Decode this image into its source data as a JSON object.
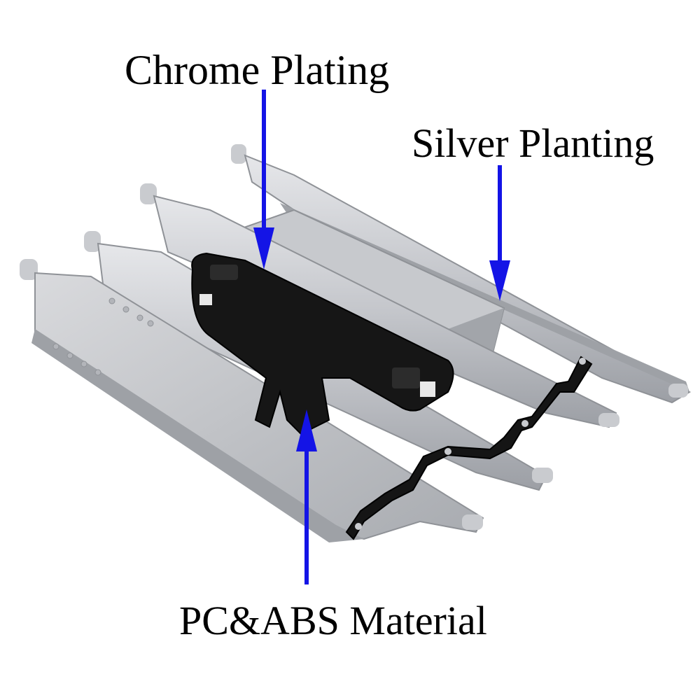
{
  "labels": {
    "chrome": "Chrome Plating",
    "silver": "Silver Planting",
    "material": "PC&ABS Material"
  },
  "colors": {
    "background": "#ffffff",
    "arrow": "#1414e6",
    "plate_light": "#d8d9dc",
    "plate_mid": "#b9bbc0",
    "plate_dark": "#8f9297",
    "plastic": "#141414"
  },
  "icons": {
    "arrow": "arrow-down-icon"
  }
}
